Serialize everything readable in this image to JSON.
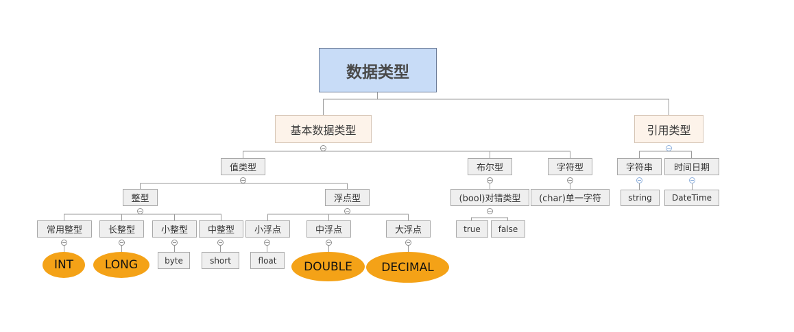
{
  "root": "数据类型",
  "basic": "基本数据类型",
  "reference": "引用类型",
  "value_type": "值类型",
  "boolean": "布尔型",
  "char_type": "字符型",
  "string_group": "字符串",
  "datetime_group": "时间日期",
  "integer": "整型",
  "floating": "浮点型",
  "bool_desc": "(bool)对错类型",
  "char_desc": "(char)单一字符",
  "string_value": "string",
  "datetime_value": "DateTime",
  "common_int": "常用整型",
  "long_int": "长整型",
  "small_int": "小整型",
  "mid_int": "中整型",
  "small_float": "小浮点",
  "mid_float": "中浮点",
  "big_float": "大浮点",
  "true_value": "true",
  "false_value": "false",
  "int_kw": "INT",
  "long_kw": "LONG",
  "byte_kw": "byte",
  "short_kw": "short",
  "float_kw": "float",
  "double_kw": "DOUBLE",
  "decimal_kw": "DECIMAL",
  "colors": {
    "root_fill": "#c8dcf7",
    "level1_fill": "#fdf3ea",
    "node_fill": "#efefef",
    "highlight_fill": "#f4a217",
    "line": "#9a9a9a"
  }
}
